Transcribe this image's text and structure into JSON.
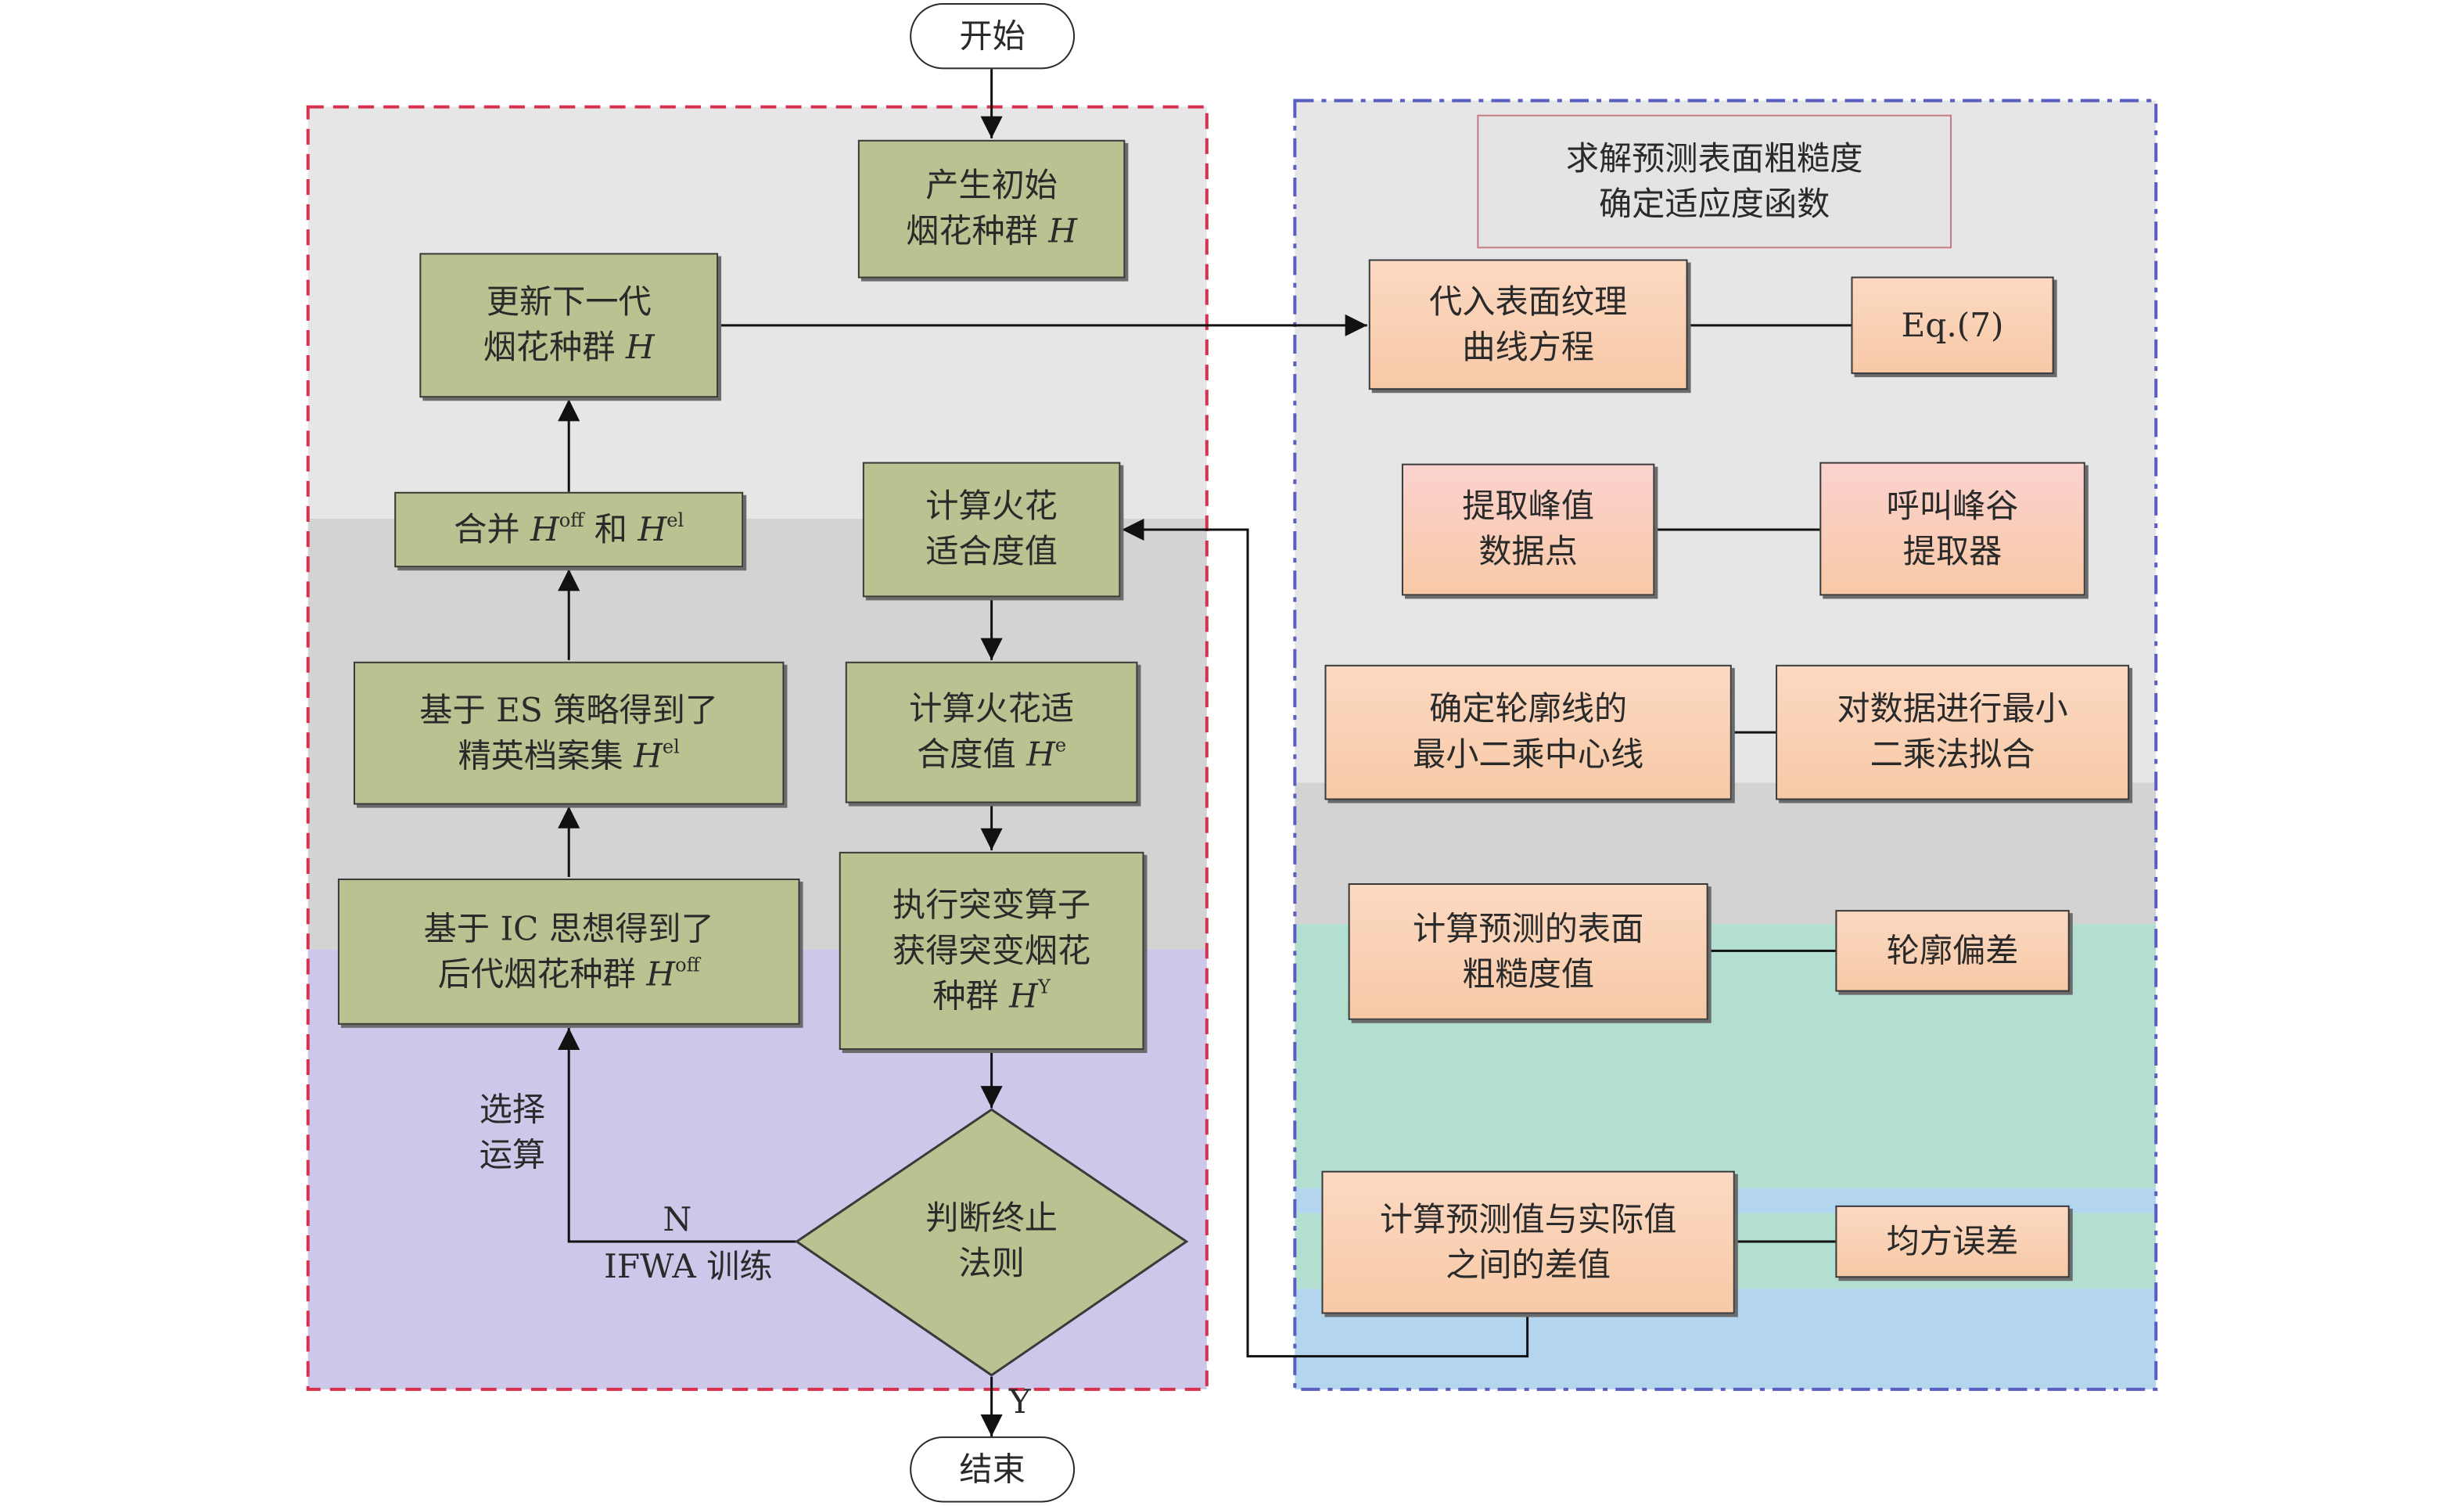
{
  "colors": {
    "left_band_top": "#e6e6e6",
    "left_band_mid": "#d3d3d3",
    "left_band_bottom": "#cdc8ea",
    "right_band_top": "#e6e6e6",
    "right_band_mid": "#d3d3d3",
    "right_band_green": "#b3dfd0",
    "right_band_blue": "#b3d6ee",
    "left_dash_border": "#d8304f",
    "right_dash_border": "#5a5ec0",
    "green_box": "#b9c290",
    "orange_box": "#f7c9a6"
  },
  "terminals": {
    "start": "开始",
    "end": "结束"
  },
  "left": {
    "init": {
      "line1": "产生初始",
      "line2_text": "烟花种群",
      "line2_var": "H"
    },
    "update": {
      "line1": "更新下一代",
      "line2_text": "烟花种群",
      "line2_var": "H"
    },
    "merge": {
      "pre": "合并",
      "var1": "H",
      "sup1": "off",
      "mid": "和",
      "var2": "H",
      "sup2": "el"
    },
    "es": {
      "line1": "基于 ES 策略得到了",
      "line2_text": "精英档案集",
      "line2_var": "H",
      "line2_sup": "el"
    },
    "ic": {
      "line1": "基于 IC 思想得到了",
      "line2_text": "后代烟花种群",
      "line2_var": "H",
      "line2_sup": "off"
    },
    "fitness1": {
      "line1": "计算火花",
      "line2": "适合度值"
    },
    "fitness2": {
      "line1": "计算火花适",
      "line2_text": "合度值",
      "line2_var": "H",
      "line2_sup": "e"
    },
    "mutation": {
      "line1": "执行突变算子",
      "line2": "获得突变烟花",
      "line3_text": "种群",
      "line3_var": "H",
      "line3_sup": "Y"
    },
    "decision": {
      "line1": "判断终止",
      "line2": "法则"
    },
    "label_select": {
      "line1": "选择",
      "line2": "运算"
    },
    "label_n": "N",
    "label_train": "IFWA 训练",
    "label_y": "Y"
  },
  "right": {
    "header": {
      "line1": "求解预测表面粗糙度",
      "line2": "确定适应度函数"
    },
    "substitute": {
      "line1": "代入表面纹理",
      "line2": "曲线方程"
    },
    "eq": "Eq.(7)",
    "peak": {
      "line1": "提取峰值",
      "line2": "数据点"
    },
    "extractor": {
      "line1": "呼叫峰谷",
      "line2": "提取器"
    },
    "centerline": {
      "line1": "确定轮廓线的",
      "line2": "最小二乘中心线"
    },
    "lsq": {
      "line1": "对数据进行最小",
      "line2": "二乘法拟合"
    },
    "roughness": {
      "line1": "计算预测的表面",
      "line2": "粗糙度值"
    },
    "deviation": "轮廓偏差",
    "difference": {
      "line1": "计算预测值与实际值",
      "line2": "之间的差值"
    },
    "mse": "均方误差"
  }
}
